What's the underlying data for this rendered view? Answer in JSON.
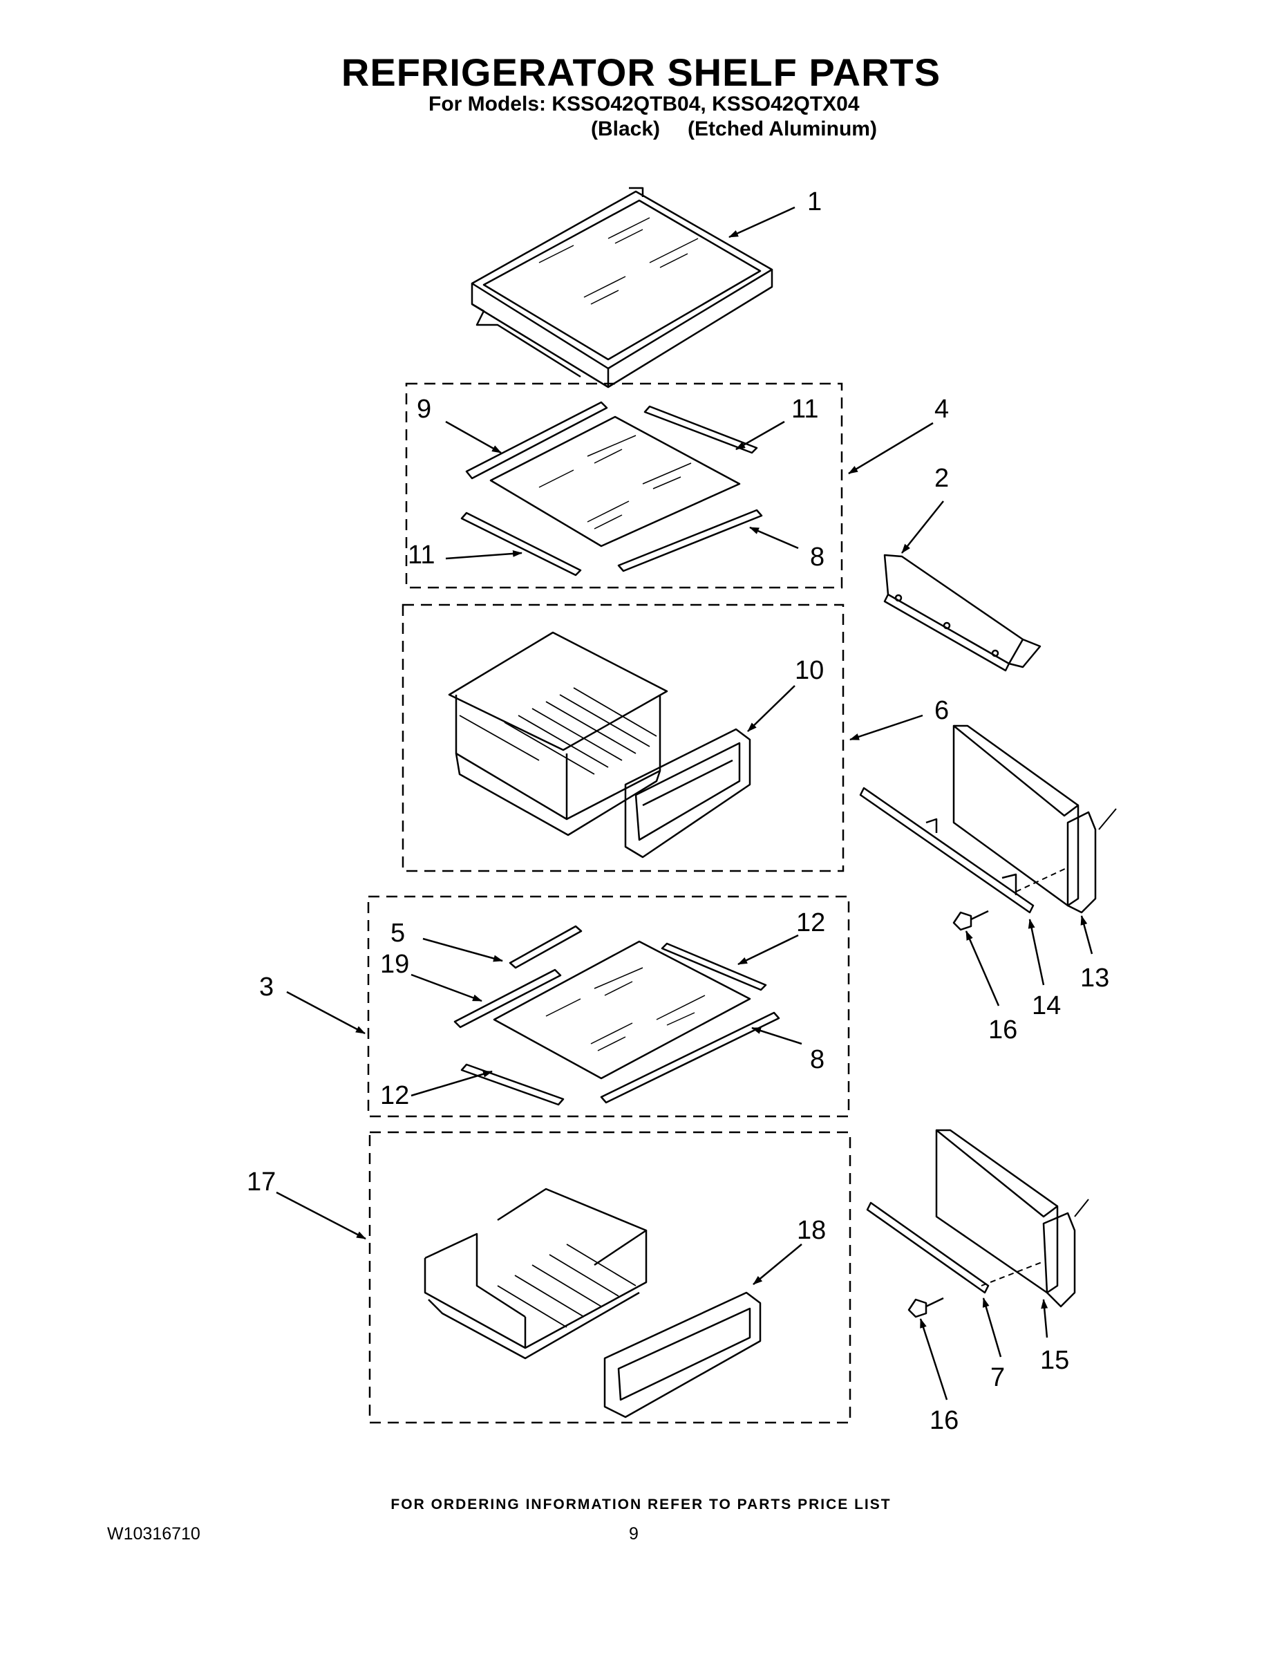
{
  "header": {
    "title": "REFRIGERATOR SHELF PARTS",
    "models_line": "For Models: KSSO42QTB04, KSSO42QTX04",
    "variant_1": "(Black)",
    "variant_2": "(Etched Aluminum)"
  },
  "callouts": [
    {
      "id": "c1",
      "label": "1"
    },
    {
      "id": "c9",
      "label": "9"
    },
    {
      "id": "c11a",
      "label": "11"
    },
    {
      "id": "c4",
      "label": "4"
    },
    {
      "id": "c2",
      "label": "2"
    },
    {
      "id": "c11b",
      "label": "11"
    },
    {
      "id": "c8a",
      "label": "8"
    },
    {
      "id": "c10",
      "label": "10"
    },
    {
      "id": "c6",
      "label": "6"
    },
    {
      "id": "c5",
      "label": "5"
    },
    {
      "id": "c12a",
      "label": "12"
    },
    {
      "id": "c19",
      "label": "19"
    },
    {
      "id": "c3",
      "label": "3"
    },
    {
      "id": "c8b",
      "label": "8"
    },
    {
      "id": "c12b",
      "label": "12"
    },
    {
      "id": "c13",
      "label": "13"
    },
    {
      "id": "c14",
      "label": "14"
    },
    {
      "id": "c16a",
      "label": "16"
    },
    {
      "id": "c17",
      "label": "17"
    },
    {
      "id": "c18",
      "label": "18"
    },
    {
      "id": "c15",
      "label": "15"
    },
    {
      "id": "c7",
      "label": "7"
    },
    {
      "id": "c16b",
      "label": "16"
    }
  ],
  "footer": {
    "ordering_note": "FOR ORDERING INFORMATION REFER TO PARTS PRICE LIST",
    "document_number": "W10316710",
    "page_number": "9"
  }
}
